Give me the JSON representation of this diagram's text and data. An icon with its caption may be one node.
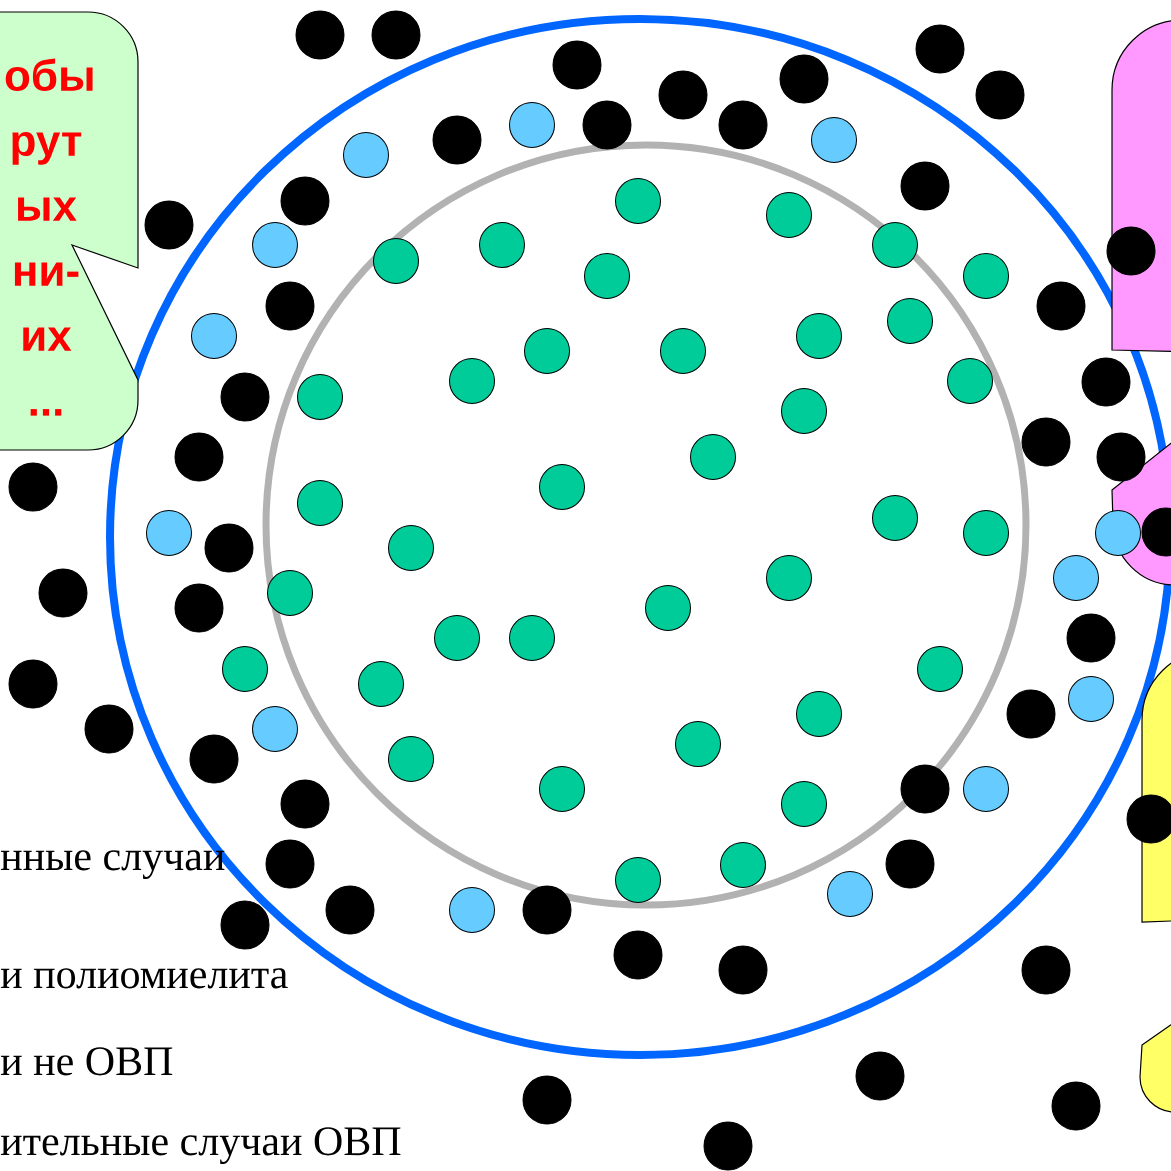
{
  "diagram": {
    "nodes": [
      {
        "text": [
          "обы рут ых ни- их ..."
        ]
      },
      {
        "text": [],
        "shape": "box"
      },
      {
        "text": [],
        "shape": "box"
      },
      {
        "text": [],
        "shape": "box"
      },
      {
        "text": [],
        "shape": "box"
      }
    ],
    "labels": [
      "нные случаи",
      "и полиомиелита",
      "и не ОВП",
      "ительные случаи ОВП"
    ]
  }
}
